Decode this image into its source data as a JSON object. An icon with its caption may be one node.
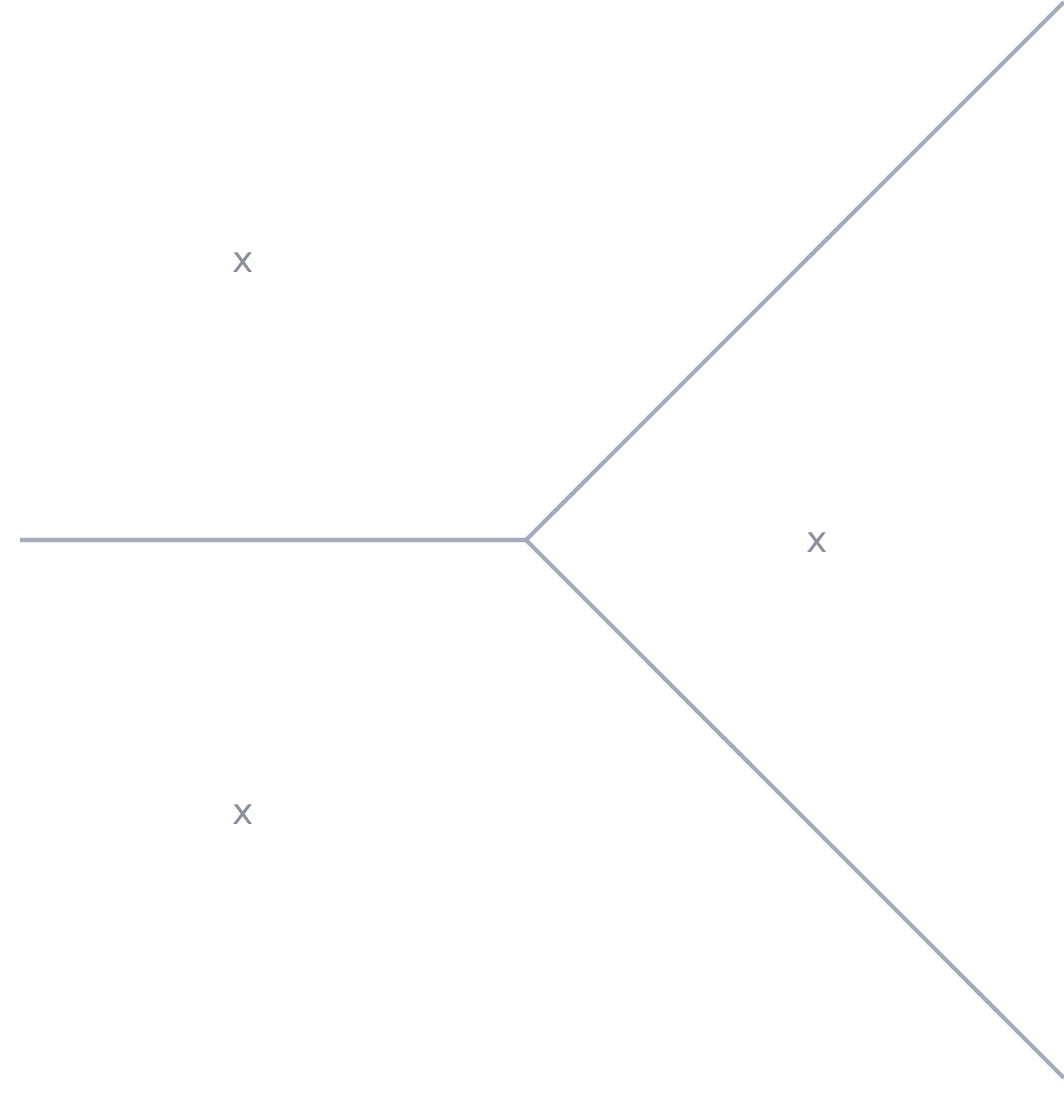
{
  "diagram": {
    "labels": [
      "x",
      "x",
      "x"
    ]
  }
}
